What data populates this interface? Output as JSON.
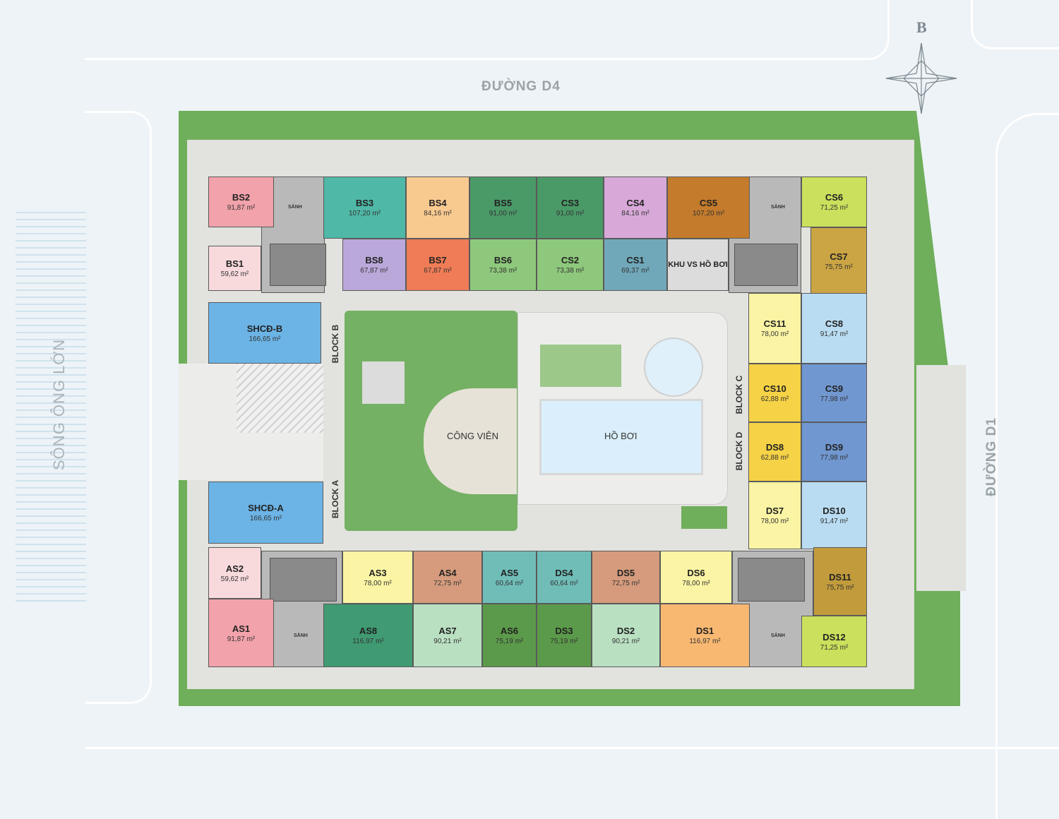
{
  "streets": {
    "north": "ĐƯỜNG D4",
    "east": "ĐƯỜNG D1",
    "river": "SÔNG ÔNG LỚN"
  },
  "compass": {
    "label": "B"
  },
  "labels": {
    "lobby": "SẢNH",
    "park": "CÔNG VIÊN",
    "pool": "HỒ BƠI",
    "block_a": "BLOCK A",
    "block_b": "BLOCK B",
    "block_c": "BLOCK C",
    "block_d": "BLOCK D",
    "pool_wc": "KHU VS HỒ BƠI"
  },
  "units": {
    "BS2": {
      "name": "BS2",
      "area": "91,87 m²",
      "color": "#f2a2aa"
    },
    "BS1": {
      "name": "BS1",
      "area": "59,62 m²",
      "color": "#f8dadd"
    },
    "BS3": {
      "name": "BS3",
      "area": "107,20 m²",
      "color": "#4fb8a6"
    },
    "BS4": {
      "name": "BS4",
      "area": "84,16 m²",
      "color": "#f9ca90"
    },
    "BS5": {
      "name": "BS5",
      "area": "91,00 m²",
      "color": "#4a9a68"
    },
    "CS3": {
      "name": "CS3",
      "area": "91,00 m²",
      "color": "#4a9a68"
    },
    "CS4": {
      "name": "CS4",
      "area": "84,16 m²",
      "color": "#d8a9d8"
    },
    "CS5": {
      "name": "CS5",
      "area": "107,20 m²",
      "color": "#c47b2c"
    },
    "CS6": {
      "name": "CS6",
      "area": "71,25 m²",
      "color": "#cbe05c"
    },
    "CS7": {
      "name": "CS7",
      "area": "75,75 m²",
      "color": "#cba444"
    },
    "BS8": {
      "name": "BS8",
      "area": "67,87 m²",
      "color": "#bba8da"
    },
    "BS7": {
      "name": "BS7",
      "area": "67,87 m²",
      "color": "#ef7c56"
    },
    "BS6": {
      "name": "BS6",
      "area": "73,38 m²",
      "color": "#8ec87c"
    },
    "CS2": {
      "name": "CS2",
      "area": "73,38 m²",
      "color": "#8ec87c"
    },
    "CS1": {
      "name": "CS1",
      "area": "69,37 m²",
      "color": "#70a8ba"
    },
    "SHCDB": {
      "name": "SHCĐ-B",
      "area": "166,65 m²",
      "color": "#6cb4e6"
    },
    "CS11": {
      "name": "CS11",
      "area": "78,00 m²",
      "color": "#faf4a4"
    },
    "CS8": {
      "name": "CS8",
      "area": "91,47 m²",
      "color": "#badcf2"
    },
    "CS10": {
      "name": "CS10",
      "area": "62,88 m²",
      "color": "#f6d246"
    },
    "CS9": {
      "name": "CS9",
      "area": "77,98 m²",
      "color": "#7097d0"
    },
    "DS8": {
      "name": "DS8",
      "area": "62,88 m²",
      "color": "#f6d246"
    },
    "DS9": {
      "name": "DS9",
      "area": "77,98 m²",
      "color": "#7097d0"
    },
    "DS7": {
      "name": "DS7",
      "area": "78,00 m²",
      "color": "#faf4a4"
    },
    "DS10": {
      "name": "DS10",
      "area": "91,47 m²",
      "color": "#badcf2"
    },
    "SHCDA": {
      "name": "SHCĐ-A",
      "area": "166,65 m²",
      "color": "#6cb4e6"
    },
    "AS2": {
      "name": "AS2",
      "area": "59,62 m²",
      "color": "#f8dadd"
    },
    "AS1": {
      "name": "AS1",
      "area": "91,87 m²",
      "color": "#f2a2aa"
    },
    "AS3": {
      "name": "AS3",
      "area": "78,00 m²",
      "color": "#faf4a4"
    },
    "AS4": {
      "name": "AS4",
      "area": "72,75 m²",
      "color": "#d59b7c"
    },
    "AS5": {
      "name": "AS5",
      "area": "60,64 m²",
      "color": "#70bdb8"
    },
    "DS4": {
      "name": "DS4",
      "area": "60,64 m²",
      "color": "#70bdb8"
    },
    "DS5": {
      "name": "DS5",
      "area": "72,75 m²",
      "color": "#d59b7c"
    },
    "DS6": {
      "name": "DS6",
      "area": "78,00 m²",
      "color": "#faf4a4"
    },
    "DS11": {
      "name": "DS11",
      "area": "75,75 m²",
      "color": "#c29c3c"
    },
    "DS12": {
      "name": "DS12",
      "area": "71,25 m²",
      "color": "#cbe05c"
    },
    "AS8": {
      "name": "AS8",
      "area": "116,97 m²",
      "color": "#409a72"
    },
    "AS7": {
      "name": "AS7",
      "area": "90,21 m²",
      "color": "#bae0c2"
    },
    "AS6": {
      "name": "AS6",
      "area": "75,19 m²",
      "color": "#5b9a4a"
    },
    "DS3": {
      "name": "DS3",
      "area": "75,19 m²",
      "color": "#5b9a4a"
    },
    "DS2": {
      "name": "DS2",
      "area": "90,21 m²",
      "color": "#bae0c2"
    },
    "DS1": {
      "name": "DS1",
      "area": "116,97 m²",
      "color": "#f9b872"
    }
  }
}
